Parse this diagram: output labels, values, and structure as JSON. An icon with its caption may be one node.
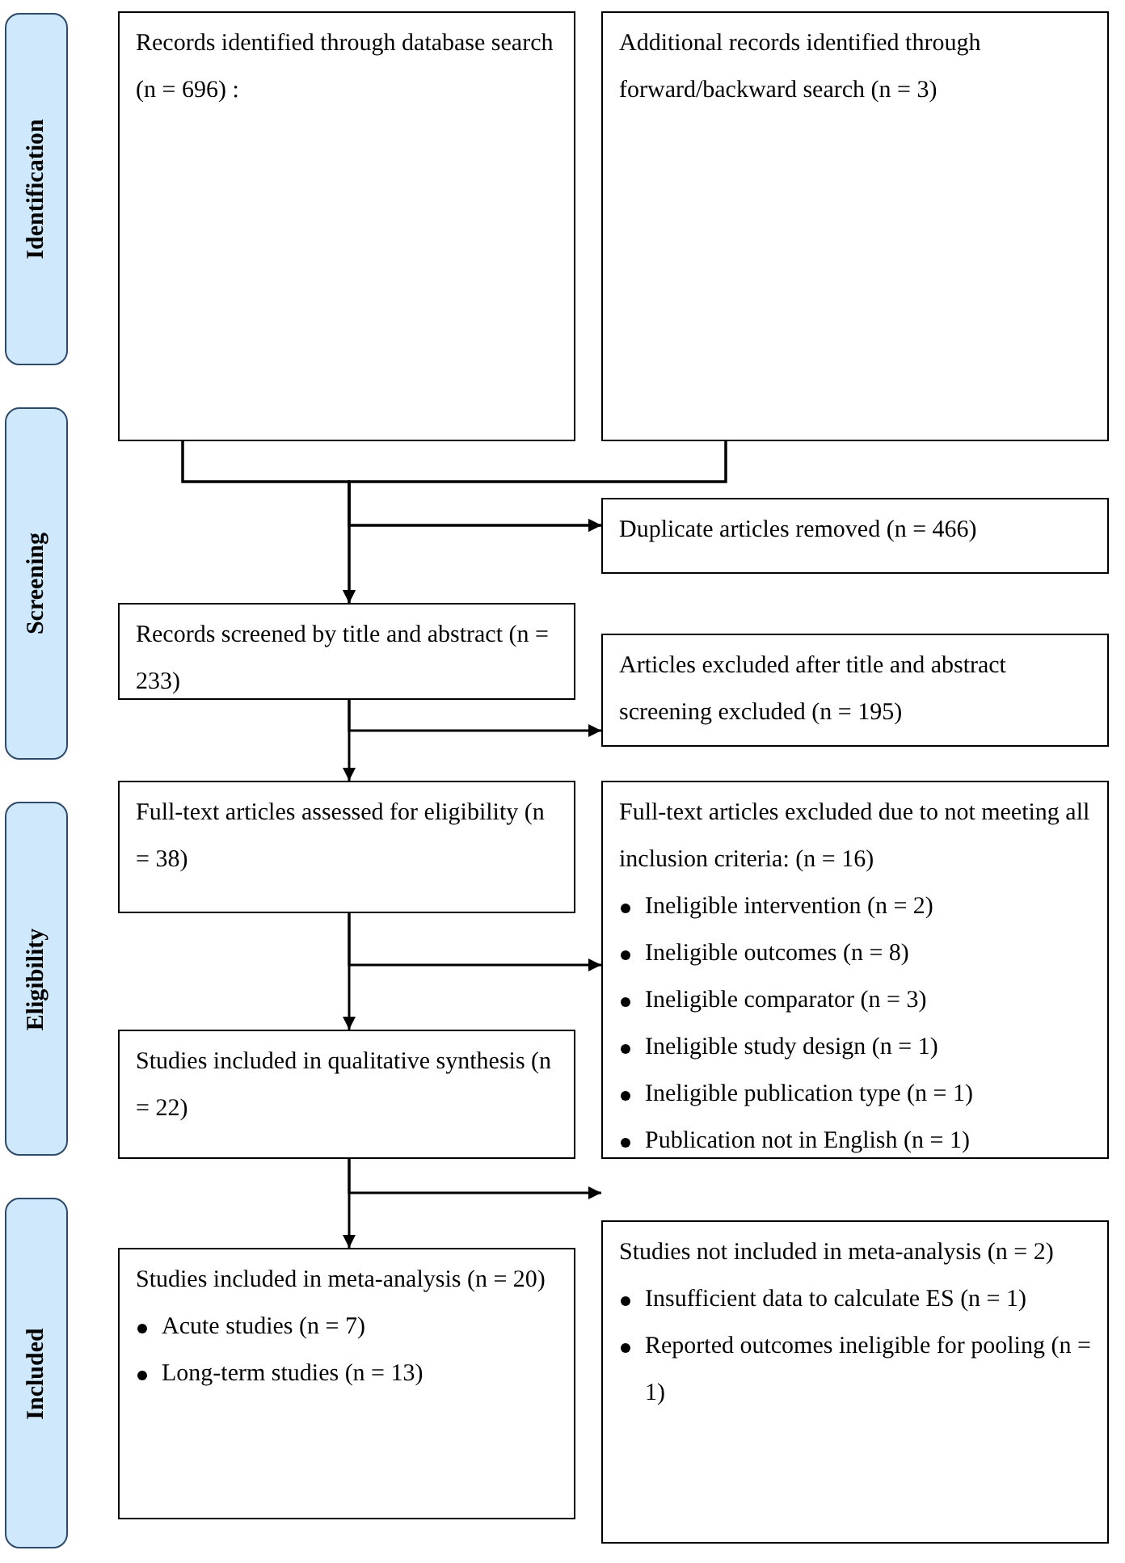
{
  "diagram": {
    "nodes": [
      {
        "text": [
          "Identification"
        ]
      },
      {
        "text": [
          "Records identified through database search (n = 696) :"
        ]
      },
      {
        "text": [
          "Additional records identified through forward/backward search (n = 3)"
        ]
      },
      {
        "text": [
          "Screening"
        ]
      },
      {
        "text": [
          "Duplicate articles removed (n = 466)"
        ]
      },
      {
        "text": [
          "Records screened by title and abstract (n = 233)"
        ]
      },
      {
        "text": [
          "Articles excluded after title and abstract screening excluded (n = 195)"
        ]
      },
      {
        "text": [
          "Eligibility"
        ]
      },
      {
        "text": [
          "Full-text articles assessed for eligibility (n = 38)"
        ]
      },
      {
        "text": [
          "Full-text articles excluded due to not meeting all inclusion criteria: (n = 16)",
          "Ineligible intervention (n = 2)",
          "Ineligible outcomes (n = 8)",
          "Ineligible comparator (n = 3)",
          "Ineligible study design (n = 1)",
          "Ineligible publication type (n = 1)",
          "Publication not in English (n = 1)"
        ]
      },
      {
        "text": [
          "Studies included in qualitative synthesis (n = 22)"
        ]
      },
      {
        "text": [
          "Included"
        ]
      },
      {
        "text": [
          "Studies not included in meta-analysis (n = 2)",
          "Insufficient data to calculate ES (n = 1)",
          "Reported outcomes ineligible for pooling (n = 1)"
        ]
      },
      {
        "text": [
          "Studies included in meta-analysis (n = 20)",
          "Acute studies (n = 7)",
          "Long-term studies (n = 13)"
        ]
      }
    ],
    "edges": [
      {
        "from": 1,
        "to": 5,
        "arrow": "to"
      },
      {
        "from": 2,
        "to": 5,
        "arrow": "to"
      },
      {
        "from": 1,
        "to": 4,
        "arrow": "to"
      },
      {
        "from": 2,
        "to": 4,
        "arrow": "to"
      },
      {
        "from": 5,
        "to": 8,
        "arrow": "to"
      },
      {
        "from": 5,
        "to": 6,
        "arrow": "to"
      },
      {
        "from": 8,
        "to": 10,
        "arrow": "to"
      },
      {
        "from": 8,
        "to": 9,
        "arrow": "to"
      },
      {
        "from": 10,
        "to": 13,
        "arrow": "to"
      },
      {
        "from": 10,
        "to": 12,
        "arrow": "to"
      }
    ]
  }
}
